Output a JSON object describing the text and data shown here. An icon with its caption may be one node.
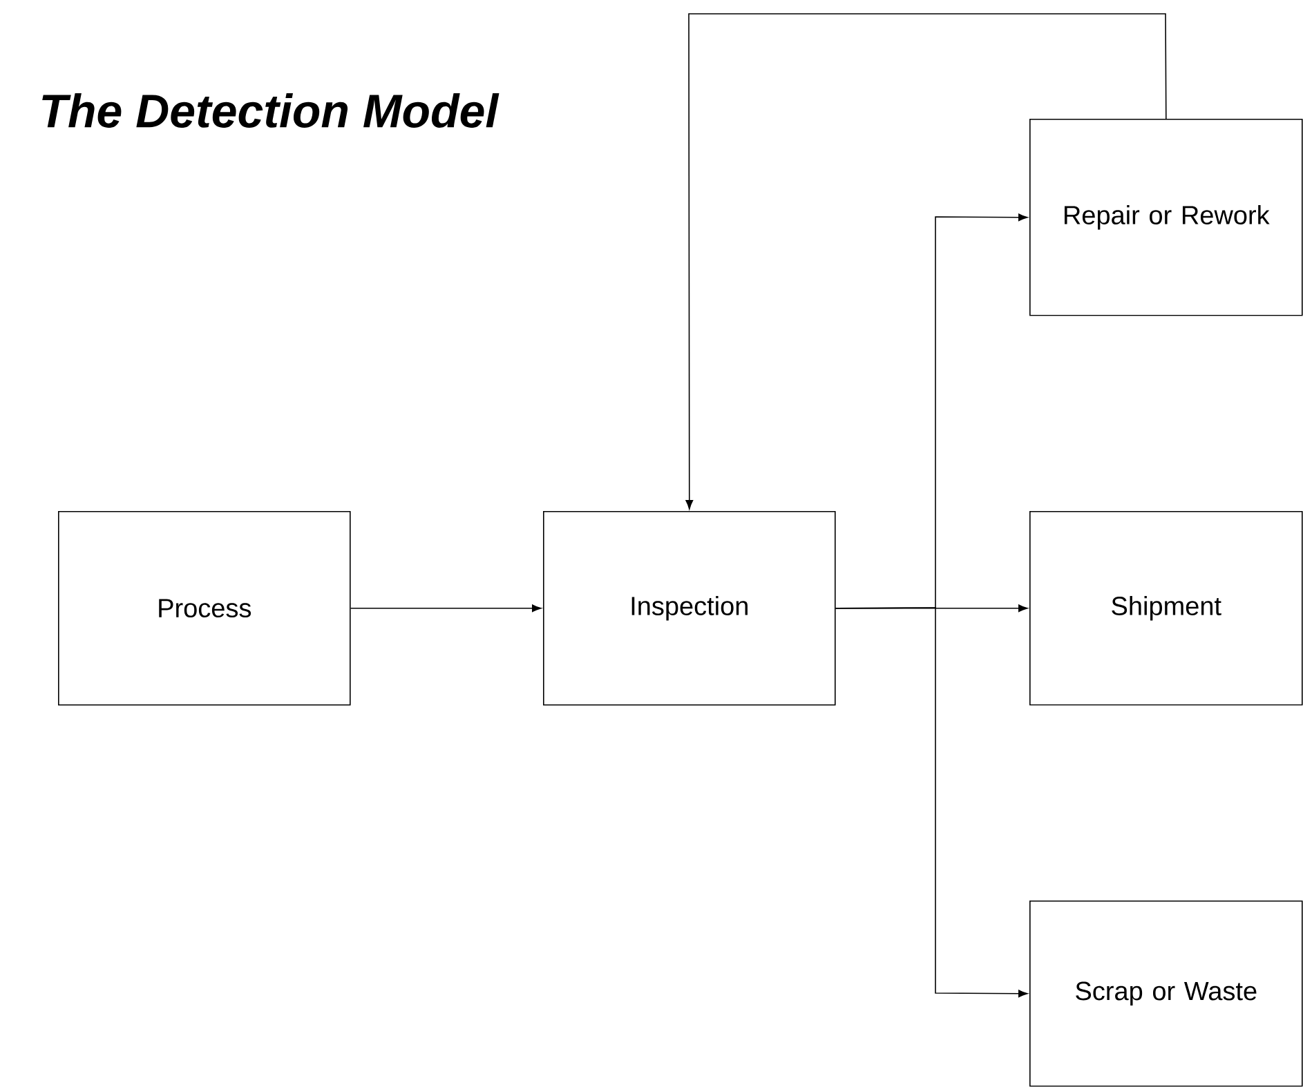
{
  "diagram": {
    "title": "The Detection Model",
    "nodes": [
      {
        "text": [
          "Process"
        ]
      },
      {
        "text": [
          "Inspection"
        ]
      },
      {
        "text": [
          "Repair or Rework"
        ]
      },
      {
        "text": [
          "Shipment"
        ]
      },
      {
        "text": [
          "Scrap or Waste"
        ]
      }
    ],
    "edges": [
      {
        "from": 0,
        "to": 1,
        "arrow": "to"
      },
      {
        "from": 1,
        "to": 2,
        "arrow": "to"
      },
      {
        "from": 1,
        "to": 3,
        "arrow": "to"
      },
      {
        "from": 1,
        "to": 4,
        "arrow": "to"
      },
      {
        "from": 2,
        "to": 1,
        "arrow": "to"
      }
    ]
  }
}
